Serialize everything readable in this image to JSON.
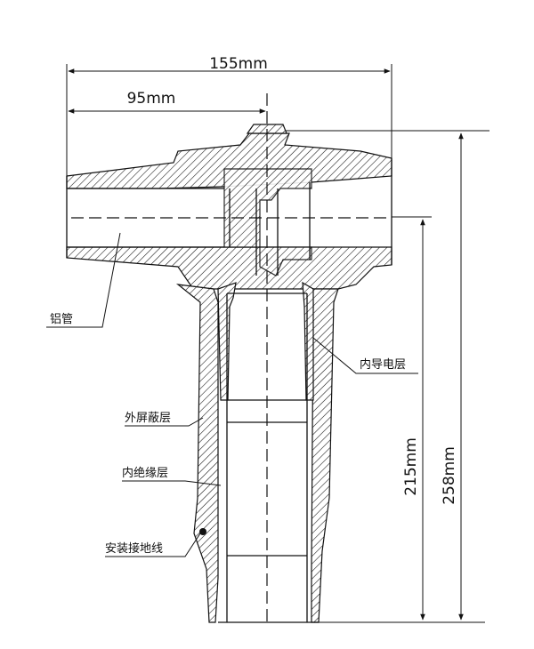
{
  "dimensions": {
    "overall_width": "155mm",
    "center_offset": "95mm",
    "total_height": "258mm",
    "lower_height": "215mm"
  },
  "labels": {
    "aluminum_tube": "铝管",
    "inner_conductive_layer": "内导电层",
    "outer_shield_layer": "外屏蔽层",
    "inner_insulation_layer": "内绝缘层",
    "grounding_wire": "安装接地线"
  },
  "colors": {
    "line": "#111111",
    "background": "#ffffff"
  }
}
